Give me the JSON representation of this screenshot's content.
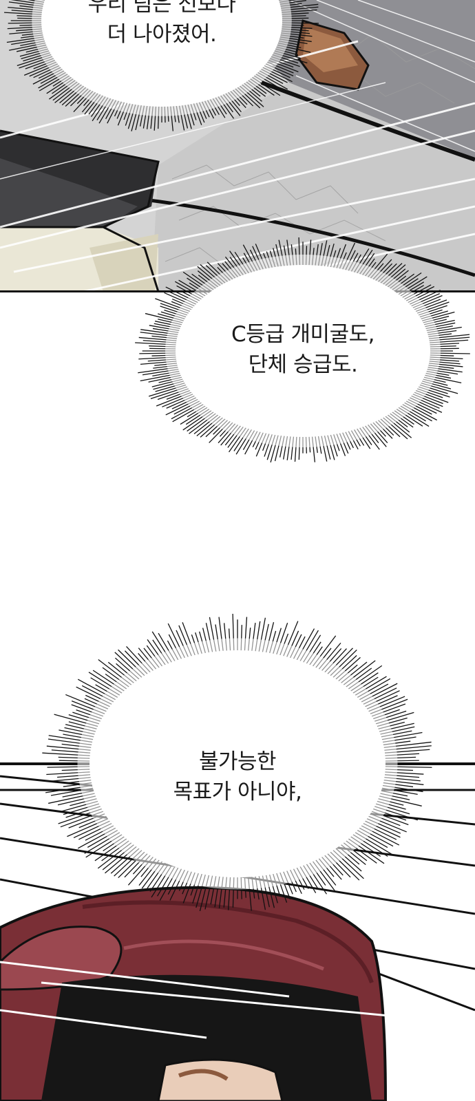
{
  "colors": {
    "background": "#ffffff",
    "panel_border": "#111111",
    "stone_gray": "#c9c9c9",
    "hair_red": "#7a2f36",
    "skin": "#e9cdb9",
    "bubble_fill": "#ffffff",
    "bubble_spikes": "#111111"
  },
  "bubbles": [
    {
      "id": "bubble-1",
      "lines": [
        "우리 팀은 전보다",
        "더 나아졌어."
      ]
    },
    {
      "id": "bubble-2",
      "lines": [
        "C등급 개미굴도,",
        "단체 승급도."
      ]
    },
    {
      "id": "bubble-3",
      "lines": [
        "불가능한",
        "목표가 아니야,"
      ]
    }
  ]
}
